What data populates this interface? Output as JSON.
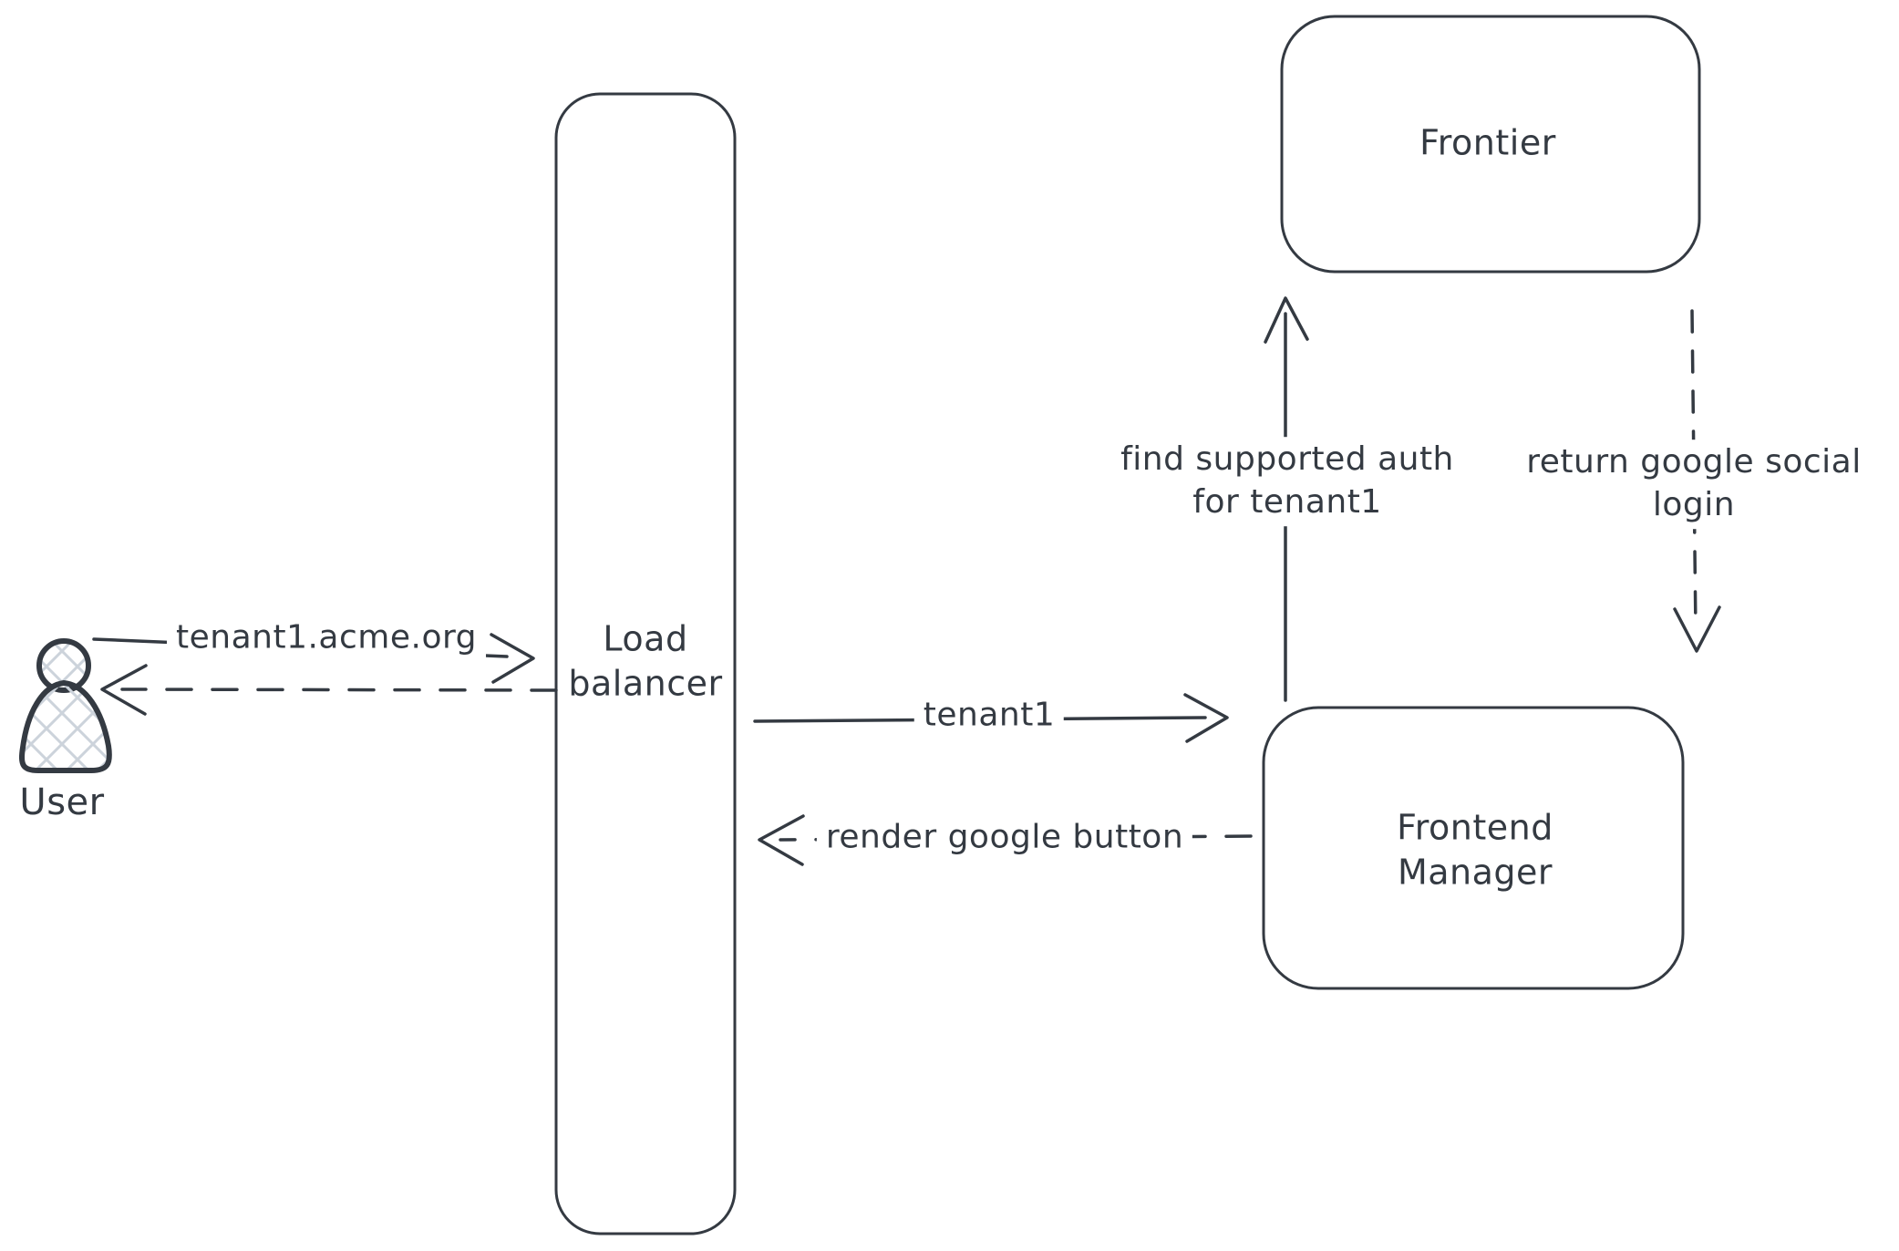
{
  "diagram": {
    "background_color": "#ffffff",
    "stroke_color": "#343a42",
    "hatch_fill_color": "#ccd3db",
    "actor": {
      "icon": "person-figure",
      "label": "User"
    },
    "nodes": {
      "load_balancer": {
        "label_line1": "Load",
        "label_line2": "balancer"
      },
      "frontier": {
        "label": "Frontier"
      },
      "frontend_manager": {
        "label_line1": "Frontend",
        "label_line2": "Manager"
      }
    },
    "edges": {
      "user_to_lb": {
        "from": "User",
        "to": "Load balancer",
        "style": "solid",
        "direction": "right",
        "label": "tenant1.acme.org"
      },
      "lb_to_user": {
        "from": "Load balancer",
        "to": "User",
        "style": "dashed",
        "direction": "left",
        "label": ""
      },
      "lb_to_fm": {
        "from": "Load balancer",
        "to": "Frontend Manager",
        "style": "solid",
        "direction": "right",
        "label": "tenant1"
      },
      "fm_to_lb": {
        "from": "Frontend Manager",
        "to": "Load balancer",
        "style": "dashed",
        "direction": "left",
        "label": "render google button"
      },
      "fm_to_frontier": {
        "from": "Frontend Manager",
        "to": "Frontier",
        "style": "solid",
        "direction": "up",
        "label_line1": "find supported auth",
        "label_line2": "for tenant1"
      },
      "frontier_to_fm": {
        "from": "Frontier",
        "to": "Frontend Manager",
        "style": "dashed",
        "direction": "down",
        "label_line1": "return google social",
        "label_line2": "login"
      }
    }
  }
}
